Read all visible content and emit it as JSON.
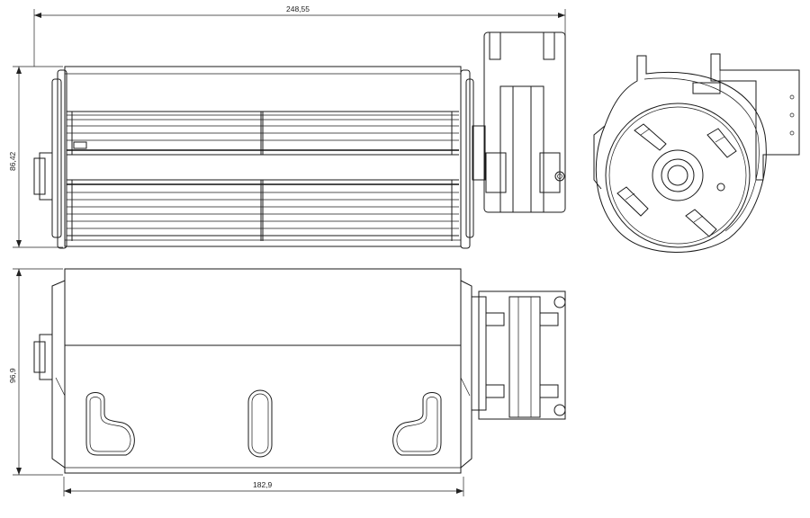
{
  "dimensions": {
    "overall_length": "248,55",
    "front_height": "86,42",
    "bottom_height": "96,9",
    "base_length": "182,9"
  }
}
